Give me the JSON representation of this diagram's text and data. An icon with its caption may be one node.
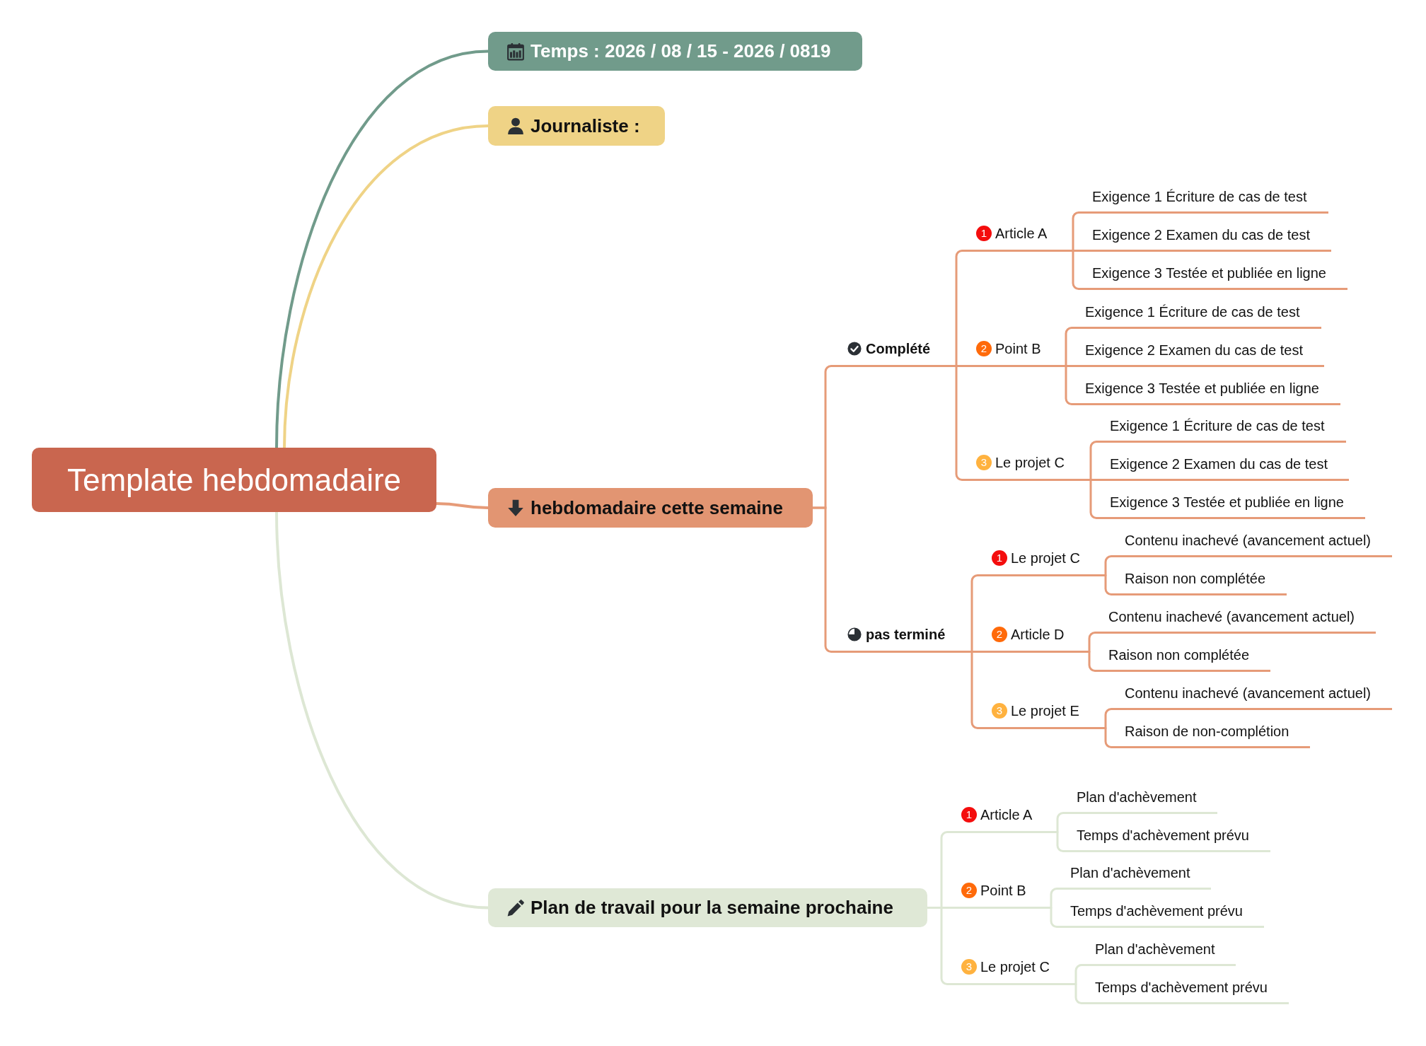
{
  "diagram": {
    "nodes": [
      {
        "text": [
          "Template hebdomadaire"
        ]
      },
      {
        "text": [
          "Temps : 2026 / 08 / 15 - 2026 / 0819"
        ]
      },
      {
        "text": [
          "Journaliste :"
        ]
      },
      {
        "text": [
          "hebdomadaire cette semaine"
        ]
      },
      {
        "text": [
          "Complété"
        ]
      },
      {
        "text": [
          "1",
          "Article A"
        ]
      },
      {
        "text": [
          "Exigence 1 Écriture de cas de test"
        ]
      },
      {
        "text": [
          "Exigence 2 Examen du cas de test"
        ]
      },
      {
        "text": [
          "Exigence 3 Testée et publiée en ligne"
        ]
      },
      {
        "text": [
          "2",
          "Point B"
        ]
      },
      {
        "text": [
          "Exigence 1 Écriture de cas de test"
        ]
      },
      {
        "text": [
          "Exigence 2 Examen du cas de test"
        ]
      },
      {
        "text": [
          "Exigence 3 Testée et publiée en ligne"
        ]
      },
      {
        "text": [
          "3",
          "Le projet C"
        ]
      },
      {
        "text": [
          "Exigence 1 Écriture de cas de test"
        ]
      },
      {
        "text": [
          "Exigence 2 Examen du cas de test"
        ]
      },
      {
        "text": [
          "Exigence 3 Testée et publiée en ligne"
        ]
      },
      {
        "text": [
          "pas terminé"
        ]
      },
      {
        "text": [
          "1",
          "Le projet C"
        ]
      },
      {
        "text": [
          "Contenu inachevé (avancement actuel)"
        ]
      },
      {
        "text": [
          "Raison non complétée"
        ]
      },
      {
        "text": [
          "2",
          "Article D"
        ]
      },
      {
        "text": [
          "Contenu inachevé (avancement actuel)"
        ]
      },
      {
        "text": [
          "Raison non complétée"
        ]
      },
      {
        "text": [
          "3",
          "Le projet E"
        ]
      },
      {
        "text": [
          "Contenu inachevé (avancement actuel)"
        ]
      },
      {
        "text": [
          "Raison de non-complétion"
        ]
      },
      {
        "text": [
          "Plan de travail pour la semaine prochaine"
        ]
      },
      {
        "text": [
          "1",
          "Article A"
        ]
      },
      {
        "text": [
          "Plan d'achèvement"
        ]
      },
      {
        "text": [
          "Temps d'achèvement prévu"
        ]
      },
      {
        "text": [
          "2",
          "Point B"
        ]
      },
      {
        "text": [
          "Plan d'achèvement"
        ]
      },
      {
        "text": [
          "Temps d'achèvement prévu"
        ]
      },
      {
        "text": [
          "3",
          "Le projet C"
        ]
      },
      {
        "text": [
          "Plan d'achèvement"
        ]
      },
      {
        "text": [
          "Temps d'achèvement prévu"
        ]
      }
    ],
    "edges": [
      {
        "from": 0,
        "to": 1,
        "arrow": "none",
        "color": "#719b8b"
      },
      {
        "from": 0,
        "to": 2,
        "arrow": "none",
        "color": "#efd386"
      },
      {
        "from": 0,
        "to": 3,
        "arrow": "none"
      },
      {
        "from": 0,
        "to": 27,
        "arrow": "none",
        "color": "#dde7d4"
      },
      {
        "from": 3,
        "to": 4,
        "arrow": "none"
      },
      {
        "from": 4,
        "to": 5,
        "arrow": "none"
      },
      {
        "from": 5,
        "to": 6,
        "arrow": "none"
      },
      {
        "from": 5,
        "to": 7,
        "arrow": "none"
      },
      {
        "from": 5,
        "to": 8,
        "arrow": "none"
      },
      {
        "from": 4,
        "to": 9,
        "arrow": "none"
      },
      {
        "from": 9,
        "to": 10,
        "arrow": "none"
      },
      {
        "from": 9,
        "to": 11,
        "arrow": "none"
      },
      {
        "from": 9,
        "to": 12,
        "arrow": "none"
      },
      {
        "from": 4,
        "to": 13,
        "arrow": "none"
      },
      {
        "from": 13,
        "to": 14,
        "arrow": "none"
      },
      {
        "from": 13,
        "to": 15,
        "arrow": "none"
      },
      {
        "from": 13,
        "to": 16,
        "arrow": "none"
      },
      {
        "from": 3,
        "to": 17,
        "arrow": "none"
      },
      {
        "from": 17,
        "to": 18,
        "arrow": "none"
      },
      {
        "from": 18,
        "to": 19,
        "arrow": "none"
      },
      {
        "from": 18,
        "to": 20,
        "arrow": "none"
      },
      {
        "from": 17,
        "to": 21,
        "arrow": "none"
      },
      {
        "from": 21,
        "to": 22,
        "arrow": "none"
      },
      {
        "from": 21,
        "to": 23,
        "arrow": "none"
      },
      {
        "from": 17,
        "to": 24,
        "arrow": "none"
      },
      {
        "from": 24,
        "to": 25,
        "arrow": "none"
      },
      {
        "from": 24,
        "to": 26,
        "arrow": "none"
      },
      {
        "from": 27,
        "to": 28,
        "arrow": "none",
        "color": "#dde7d4"
      },
      {
        "from": 28,
        "to": 29,
        "arrow": "none",
        "color": "#dde7d4"
      },
      {
        "from": 28,
        "to": 30,
        "arrow": "none",
        "color": "#dde7d4"
      },
      {
        "from": 27,
        "to": 31,
        "arrow": "none",
        "color": "#dde7d4"
      },
      {
        "from": 31,
        "to": 32,
        "arrow": "none",
        "color": "#dde7d4"
      },
      {
        "from": 31,
        "to": 33,
        "arrow": "none",
        "color": "#dde7d4"
      },
      {
        "from": 27,
        "to": 34,
        "arrow": "none",
        "color": "#dde7d4"
      },
      {
        "from": 34,
        "to": 35,
        "arrow": "none",
        "color": "#dde7d4"
      },
      {
        "from": 34,
        "to": 36,
        "arrow": "none",
        "color": "#dde7d4"
      }
    ]
  }
}
